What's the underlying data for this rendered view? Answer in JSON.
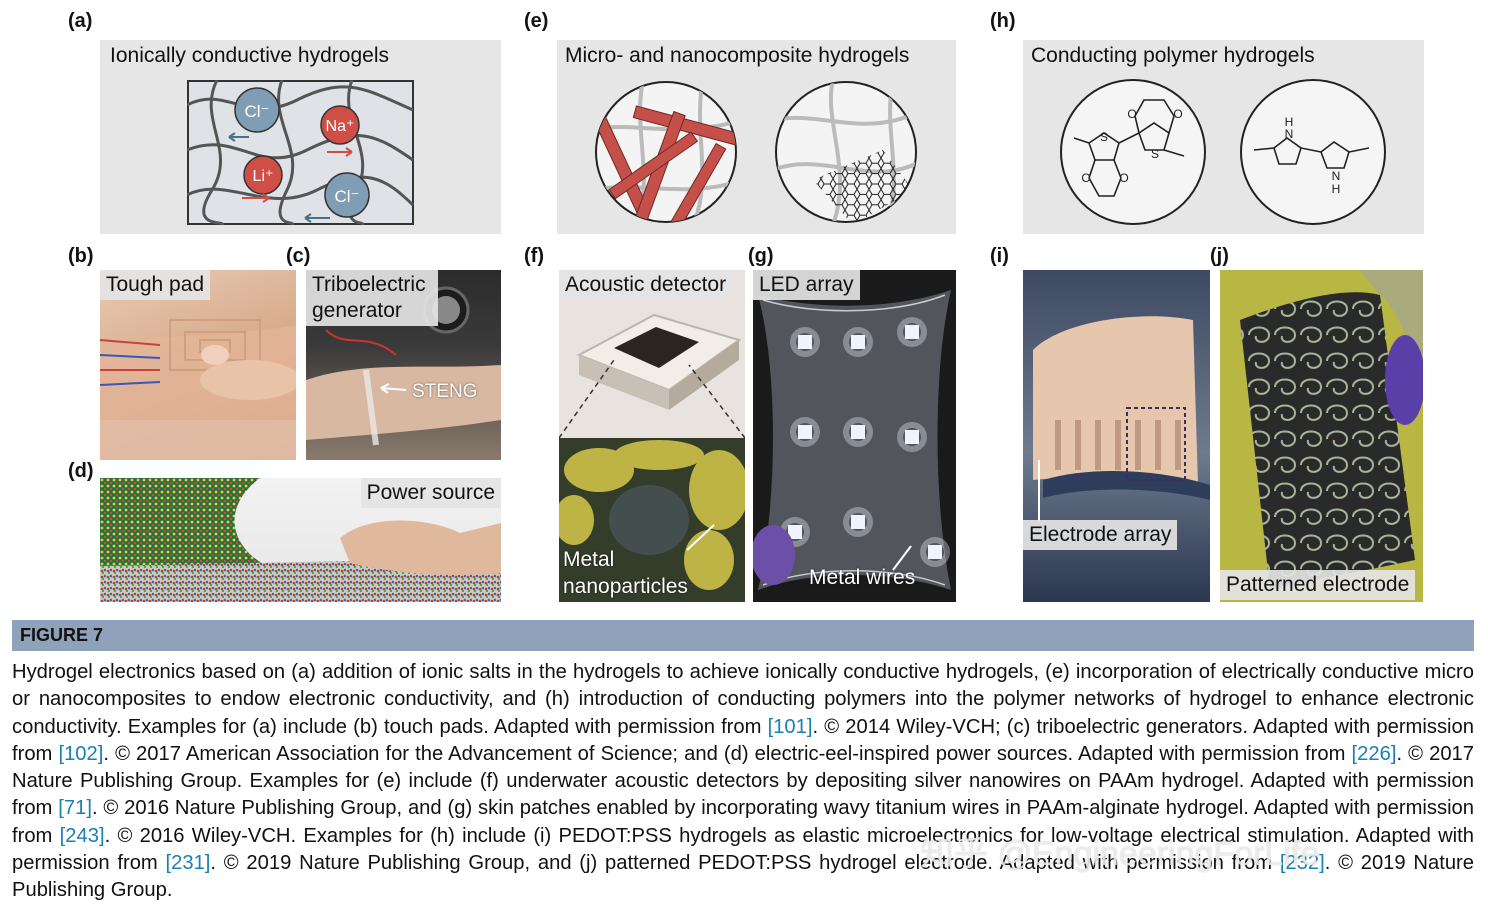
{
  "panels": {
    "a": {
      "label": "(a)",
      "title": "Ionically conductive hydrogels",
      "ions": [
        "Cl⁻",
        "Na⁺",
        "Li⁺",
        "Cl⁻"
      ]
    },
    "b": {
      "label": "(b)",
      "tag": "Tough pad"
    },
    "c": {
      "label": "(c)",
      "tag": "Triboelectric generator",
      "annotation": "STENG"
    },
    "d": {
      "label": "(d)",
      "tag": "Power source"
    },
    "e": {
      "label": "(e)",
      "title": "Micro- and nanocomposite hydrogels"
    },
    "f": {
      "label": "(f)",
      "tag": "Acoustic detector",
      "annotation": "Metal nanoparticles"
    },
    "g": {
      "label": "(g)",
      "tag": "LED array",
      "annotation": "Metal wires"
    },
    "h": {
      "label": "(h)",
      "title": "Conducting polymer hydrogels",
      "atoms_left": [
        "S",
        "S",
        "O",
        "O",
        "O",
        "O"
      ],
      "atoms_right": [
        "H",
        "N",
        "N",
        "H"
      ]
    },
    "i": {
      "label": "(i)",
      "tag": "Electrode array"
    },
    "j": {
      "label": "(j)",
      "tag": "Patterned electrode"
    }
  },
  "figure": {
    "heading": "FIGURE 7",
    "caption_segments": [
      {
        "text": "Hydrogel electronics based on (a) addition of ionic salts in the hydrogels to achieve ionically conductive hydrogels, (e) incorporation of electrically conductive micro or nanocomposites to endow electronic conductivity, and (h) introduction of conducting polymers into the polymer networks of hydrogel to enhance electronic conductivity. Examples for (a) include (b) touch pads. Adapted with permission from "
      },
      {
        "text": "[101]",
        "ref": true
      },
      {
        "text": ". © 2014 Wiley-VCH; (c) triboelectric generators. Adapted with permission from "
      },
      {
        "text": "[102]",
        "ref": true
      },
      {
        "text": ". © 2017 American Association for the Advancement of Science; and (d) electric-eel-inspired power sources. Adapted with permission from "
      },
      {
        "text": "[226]",
        "ref": true
      },
      {
        "text": ". © 2017 Nature Publishing Group. Examples for (e) include (f) underwater acoustic detectors by depositing silver nanowires on PAAm hydrogel. Adapted with permission from "
      },
      {
        "text": "[71]",
        "ref": true
      },
      {
        "text": ". © 2016 Nature Publishing Group, and (g) skin patches enabled by incorporating wavy titanium wires in PAAm-alginate hydrogel. Adapted with permission from "
      },
      {
        "text": "[243]",
        "ref": true
      },
      {
        "text": ". © 2016 Wiley-VCH. Examples for (h) include (i) PEDOT:PSS hydrogels as elastic microelectronics for low-voltage electrical stimulation. Adapted with permission from "
      },
      {
        "text": "[231]",
        "ref": true
      },
      {
        "text": ". © 2019 Nature Publishing Group, and (j) patterned PEDOT:PSS hydrogel electrode. Adapted with permission from "
      },
      {
        "text": "[232]",
        "ref": true
      },
      {
        "text": ". © 2019 Nature Publishing Group."
      }
    ]
  },
  "watermark": "知乎 @EngineeringForLife",
  "colors": {
    "caption_bar": "#8fa2b9",
    "ref_link": "#1a7fb5",
    "ion_red": "#cf4f47",
    "ion_blue": "#7f9db5",
    "fiber_red": "#c5504a"
  }
}
